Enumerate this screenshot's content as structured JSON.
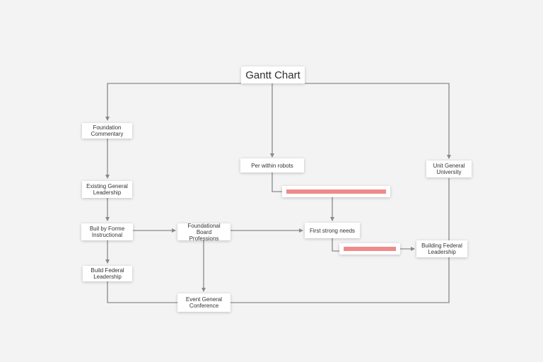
{
  "title": "Gantt Chart",
  "nodes": {
    "a1": {
      "line1": "Foundation",
      "line2": "Commentary"
    },
    "a2": {
      "line1": "Existing General",
      "line2": "Leadership"
    },
    "a3": {
      "line1": "Buil by Forme",
      "line2": "Instructional"
    },
    "a4": {
      "line1": "Build Federal",
      "line2": "Leadership"
    },
    "b1": {
      "line1": "Foundational Board",
      "line2": "Professions"
    },
    "b2": {
      "line1": "Event General",
      "line2": "Conference"
    },
    "c1": {
      "line1": "Per within robots",
      "line2": ""
    },
    "c2": {
      "line1": "First strong needs",
      "line2": ""
    },
    "d1": {
      "line1": "Unit General",
      "line2": "University"
    },
    "d2": {
      "line1": "Building Federal",
      "line2": "Leadership"
    }
  },
  "colors": {
    "connector": "#8a8a8a",
    "bar": "#f08a8a",
    "node_bg": "#ffffff",
    "background": "#f3f3f4"
  }
}
